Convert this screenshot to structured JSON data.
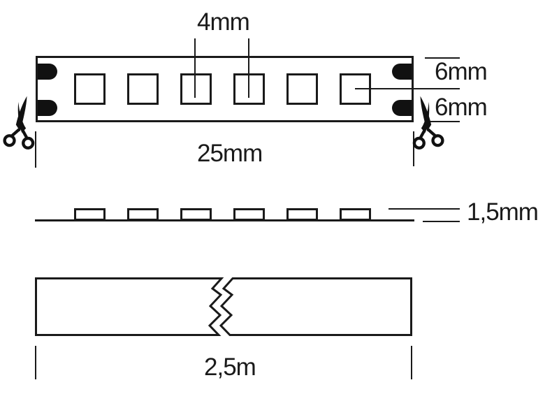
{
  "diagram": {
    "kind": "led-strip-dimension-drawing",
    "background_color": "#ffffff",
    "line_color": "#1a1a1a",
    "contact_fill_color": "#111111"
  },
  "top_view": {
    "led_count": 6,
    "contact_count": 4,
    "labels": {
      "led_size": "4mm",
      "cut_section_upper": "6mm",
      "cut_section_lower": "6mm",
      "segment_length": "25mm"
    }
  },
  "side_view": {
    "led_count": 6,
    "labels": {
      "thickness": "1,5mm"
    }
  },
  "roll_view": {
    "labels": {
      "total_length": "2,5m"
    }
  }
}
